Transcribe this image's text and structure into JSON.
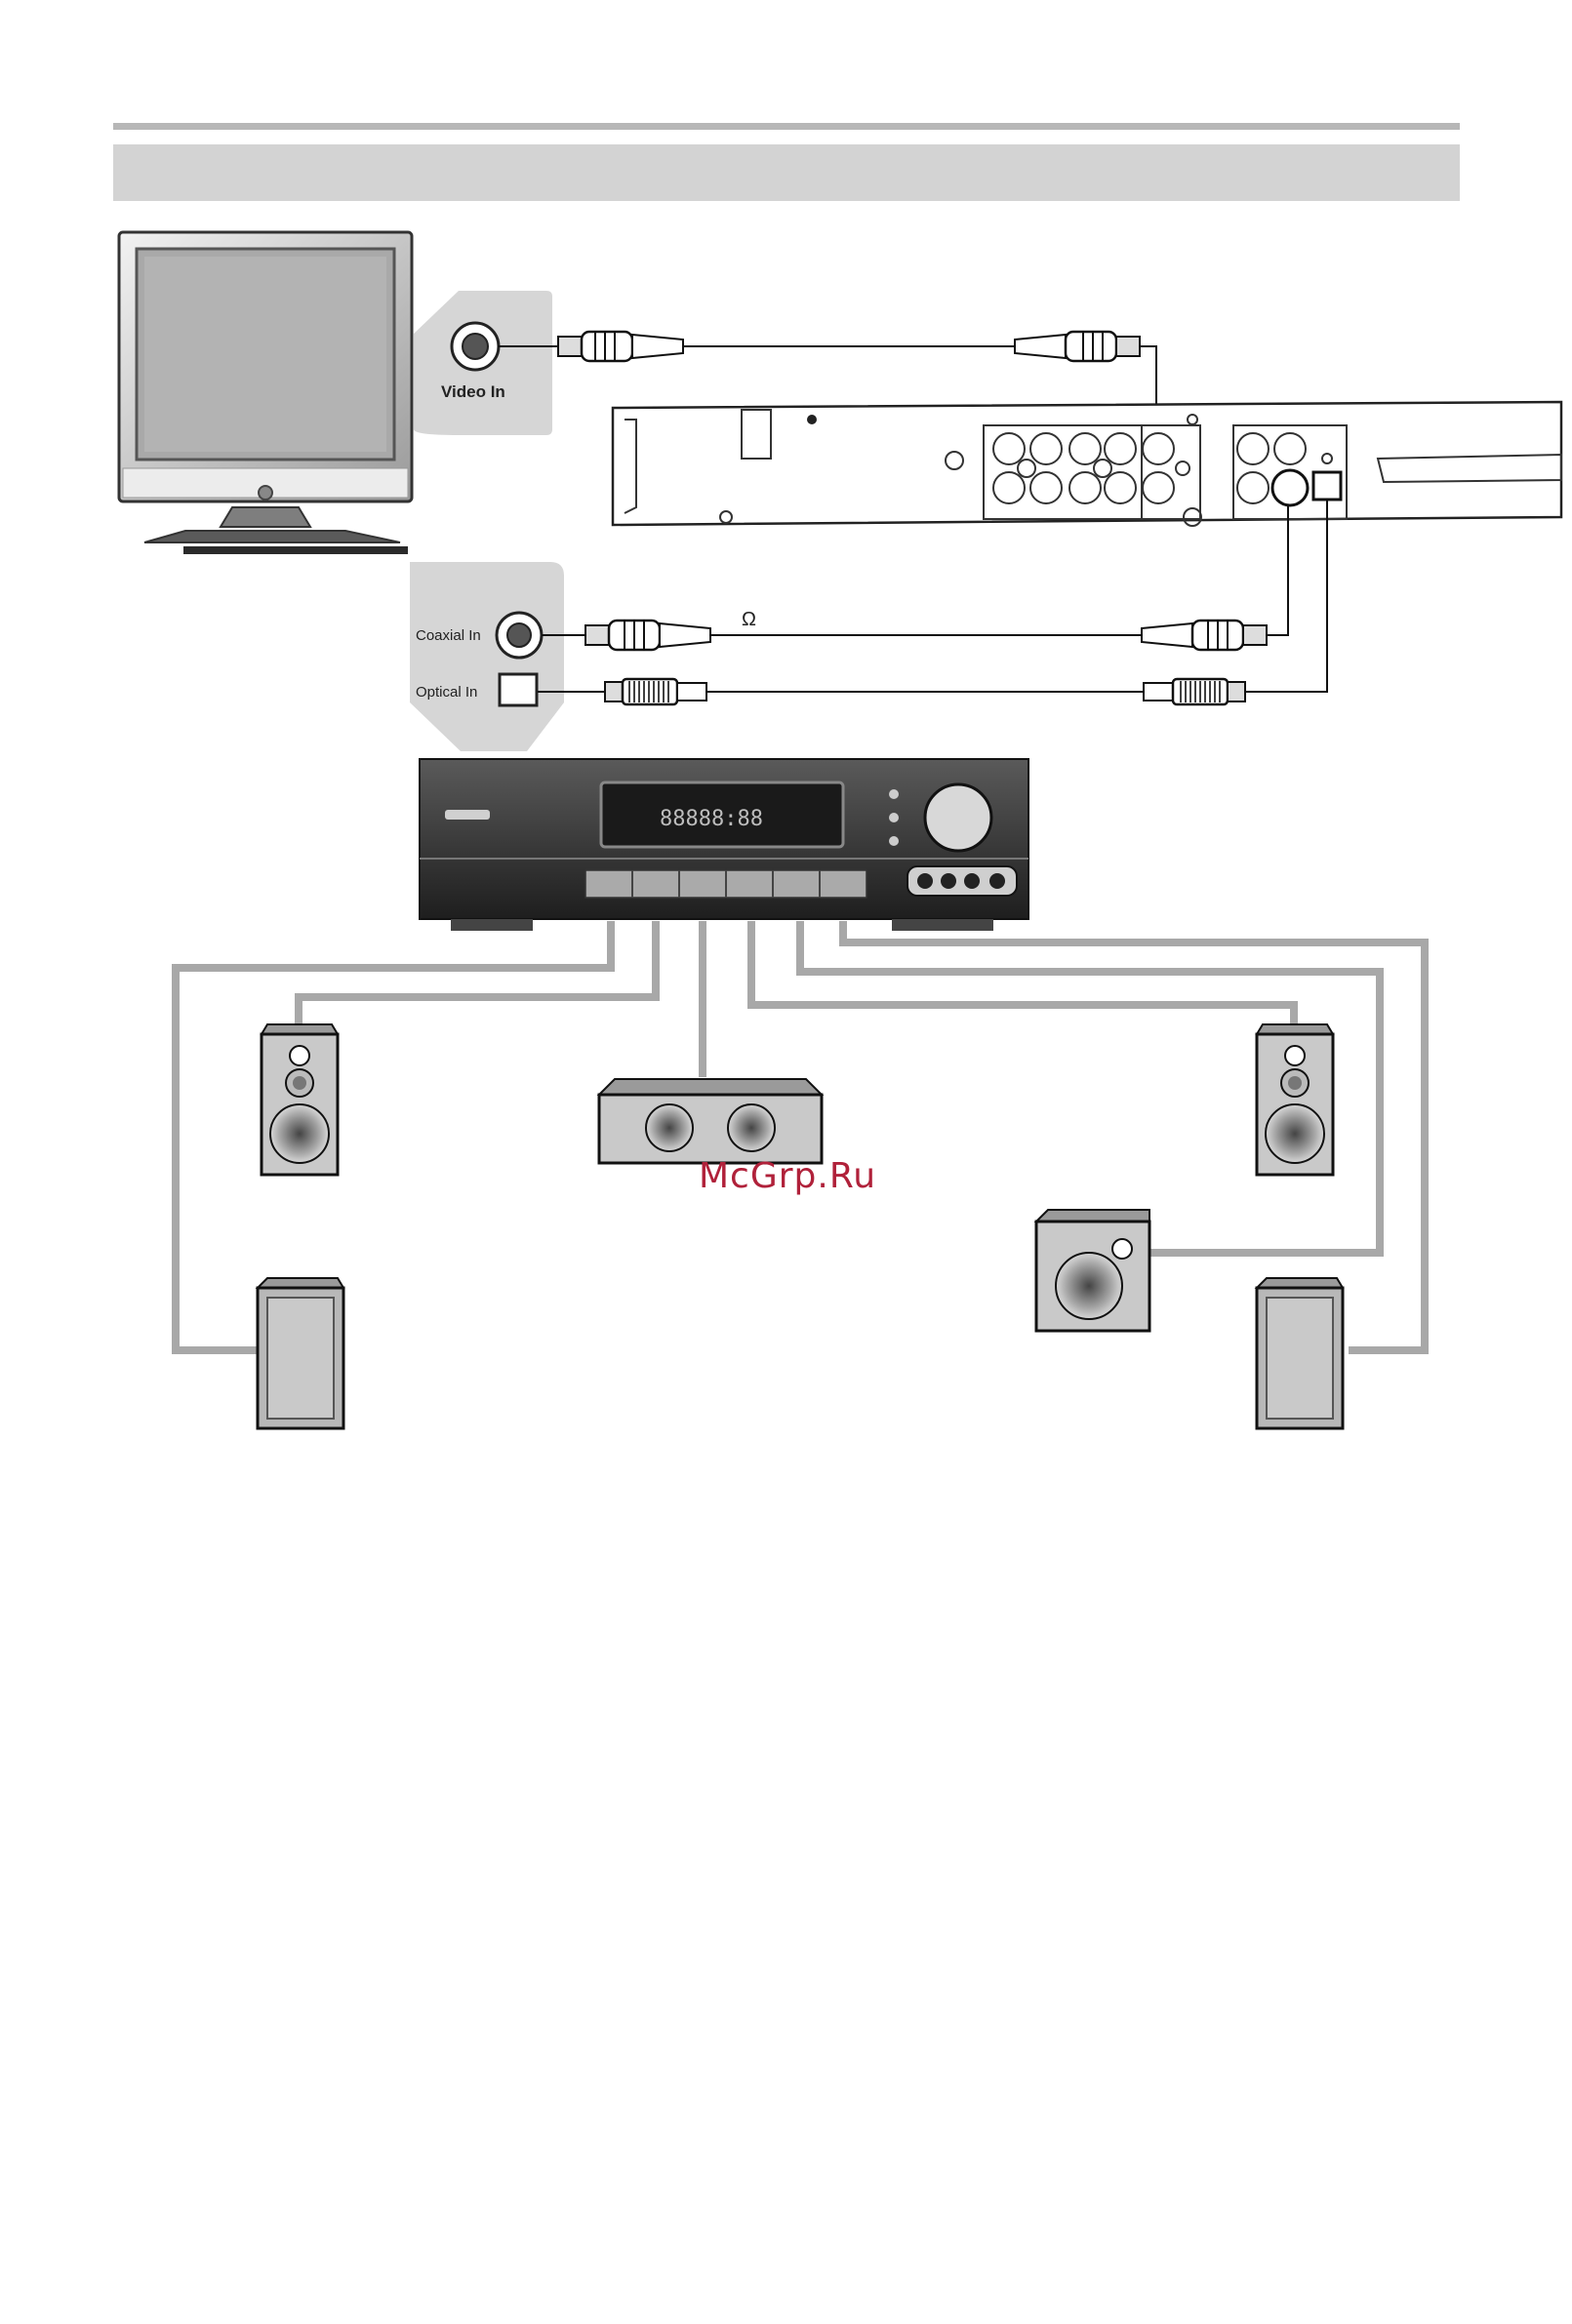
{
  "labels": {
    "video_in": "Video In",
    "coaxial_in": "Coaxial In",
    "optical_in": "Optical In",
    "ohm_symbol": "Ω",
    "display_text": "88888:88"
  },
  "watermark": "McGrp.Ru",
  "colors": {
    "cable_gray": "#a8a8a8",
    "device_dark": "#3a3a3a",
    "panel_bg": "#d9d9d9"
  }
}
